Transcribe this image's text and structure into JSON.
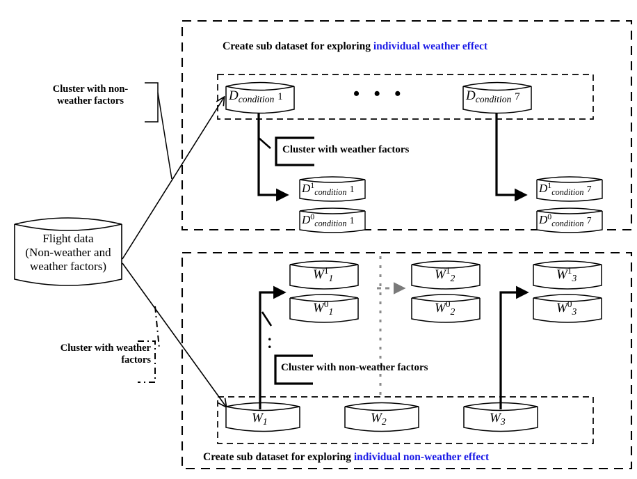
{
  "diagram": {
    "title_top": {
      "prefix": "Create sub dataset for exploring ",
      "accent": "individual weather effect"
    },
    "title_bottom": {
      "prefix": "Create sub dataset for exploring ",
      "accent": "individual non-weather effect"
    },
    "accent_color": "#1a1ae6",
    "source_node": {
      "line1": "Flight data",
      "line2": "(Non-weather and",
      "line3": "weather factors)"
    },
    "annotations": {
      "cluster_nonweather_left": "Cluster with non-\nweather factors",
      "cluster_nonweather_left_l1": "Cluster with non-",
      "cluster_nonweather_left_l2": "weather factors",
      "cluster_weather_left_l1": "Cluster with weather",
      "cluster_weather_left_l2": "factors",
      "cluster_weather_inner": "Cluster with weather factors",
      "cluster_nonweather_inner": "Cluster with non-weather factors"
    },
    "ellipsis": "• • •",
    "vertical_ellipsis": "⋮",
    "top_panel": {
      "condition_nodes": [
        {
          "base": "D",
          "sub": "condition",
          "index": "1"
        },
        {
          "base": "D",
          "sub": "condition",
          "index": "7"
        }
      ],
      "split_nodes": [
        {
          "base": "D",
          "sup": "1",
          "sub": "condition",
          "index": "1"
        },
        {
          "base": "D",
          "sup": "0",
          "sub": "condition",
          "index": "1"
        },
        {
          "base": "D",
          "sup": "1",
          "sub": "condition",
          "index": "7"
        },
        {
          "base": "D",
          "sup": "0",
          "sub": "condition",
          "index": "7"
        }
      ]
    },
    "bottom_panel": {
      "split_nodes": [
        {
          "base": "W",
          "sup": "1",
          "sub": "1"
        },
        {
          "base": "W",
          "sup": "0",
          "sub": "1"
        },
        {
          "base": "W",
          "sup": "1",
          "sub": "2"
        },
        {
          "base": "W",
          "sup": "0",
          "sub": "2"
        },
        {
          "base": "W",
          "sup": "1",
          "sub": "3"
        },
        {
          "base": "W",
          "sup": "0",
          "sub": "3"
        }
      ],
      "cluster_nodes": [
        {
          "base": "W",
          "sub": "1"
        },
        {
          "base": "W",
          "sub": "2"
        },
        {
          "base": "W",
          "sub": "3"
        }
      ]
    }
  }
}
